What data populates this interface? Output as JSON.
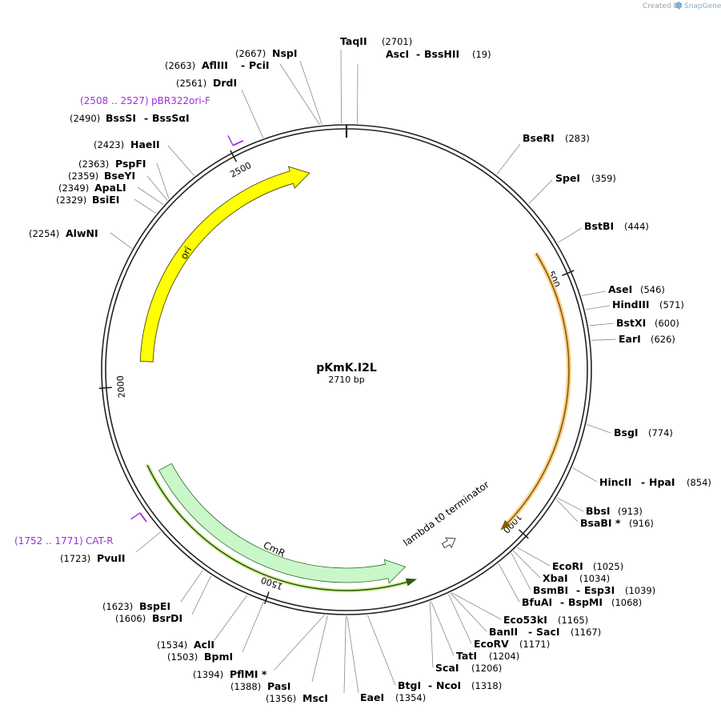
{
  "credit": {
    "prefix": "Created by",
    "brand": "SnapGene"
  },
  "plasmid": {
    "name": "pKmK.I2L",
    "length_label": "2710 bp",
    "length": 2710
  },
  "ticks": [
    {
      "bp": 500,
      "label": "500"
    },
    {
      "bp": 1000,
      "label": "1000"
    },
    {
      "bp": 1500,
      "label": "1500"
    },
    {
      "bp": 2000,
      "label": "2000"
    },
    {
      "bp": 2500,
      "label": "2500"
    }
  ],
  "features": [
    {
      "name": "ori",
      "start": 2050,
      "end": 2630,
      "direction": "cw",
      "fill": "#ffff00",
      "stroke": "#3a3a00"
    },
    {
      "name": "CmR",
      "start": 1230,
      "end": 1820,
      "direction": "ccw",
      "fill": "#c9f7c9",
      "stroke": "#2a6a2a"
    },
    {
      "name": "lambda t0 terminator",
      "start": 1118,
      "end": 1190,
      "direction": "cw",
      "fill": "#ffffff",
      "stroke": "#444444"
    }
  ],
  "sites": [
    {
      "name": "TaqII",
      "pos": "(2701)"
    },
    {
      "name": "AscI",
      "name2": "BssHII",
      "pos": "(19)"
    },
    {
      "name": "BseRI",
      "pos": "(283)"
    },
    {
      "name": "SpeI",
      "pos": "(359)"
    },
    {
      "name": "BstBI",
      "pos": "(444)"
    },
    {
      "name": "AseI",
      "pos": "(546)"
    },
    {
      "name": "HindIII",
      "pos": "(571)"
    },
    {
      "name": "BstXI",
      "pos": "(600)"
    },
    {
      "name": "EarI",
      "pos": "(626)"
    },
    {
      "name": "BsgI",
      "pos": "(774)"
    },
    {
      "name": "HincII",
      "name2": "HpaI",
      "pos": "(854)"
    },
    {
      "name": "BbsI",
      "pos": "(913)"
    },
    {
      "name": "BsaBI *",
      "pos": "(916)"
    },
    {
      "name": "EcoRI",
      "pos": "(1025)"
    },
    {
      "name": "XbaI",
      "pos": "(1034)"
    },
    {
      "name": "BsmBI",
      "name2": "Esp3I",
      "pos": "(1039)"
    },
    {
      "name": "BfuAI",
      "name2": "BspMI",
      "pos": "(1068)"
    },
    {
      "name": "Eco53kI",
      "pos": "(1165)"
    },
    {
      "name": "BanII",
      "name2": "SacI",
      "pos": "(1167)"
    },
    {
      "name": "EcoRV",
      "pos": "(1171)"
    },
    {
      "name": "TatI",
      "pos": "(1204)"
    },
    {
      "name": "ScaI",
      "pos": "(1206)"
    },
    {
      "name": "BtgI",
      "name2": "NcoI",
      "pos": "(1318)"
    },
    {
      "name": "EaeI",
      "pos": "(1354)"
    },
    {
      "name": "MscI",
      "pos": "(1356)"
    },
    {
      "name": "PasI",
      "pos": "(1388)"
    },
    {
      "name": "PflMI *",
      "pos": "(1394)"
    },
    {
      "name": "BpmI",
      "pos": "(1503)"
    },
    {
      "name": "AclI",
      "pos": "(1534)"
    },
    {
      "name": "BsrDI",
      "pos": "(1606)"
    },
    {
      "name": "BspEI",
      "pos": "(1623)"
    },
    {
      "name": "PvuII",
      "pos": "(1723)"
    },
    {
      "name": "AlwNI",
      "pos": "(2254)"
    },
    {
      "name": "BsiEI",
      "pos": "(2329)"
    },
    {
      "name": "ApaLI",
      "pos": "(2349)"
    },
    {
      "name": "BseYI",
      "pos": "(2359)"
    },
    {
      "name": "PspFI",
      "pos": "(2363)"
    },
    {
      "name": "HaeII",
      "pos": "(2423)"
    },
    {
      "name": "BssSI",
      "name2": "BssSαI",
      "pos": "(2490)"
    },
    {
      "name": "DrdI",
      "pos": "(2561)"
    },
    {
      "name": "AflIII",
      "name2": "PciI",
      "pos": "(2663)"
    },
    {
      "name": "NspI",
      "pos": "(2667)"
    }
  ],
  "primers": [
    {
      "name": "CAT-R",
      "range": "(1752 .. 1771)",
      "start": 1752,
      "end": 1771
    },
    {
      "name": "pBR322ori-F",
      "range": "(2508 .. 2527)",
      "start": 2508,
      "end": 2527
    }
  ],
  "colors": {
    "primer": "#9b30d9",
    "backbone": "#222222",
    "ori": "#ffff00",
    "cmr": "#c9f7c9",
    "terminator_highlight": "#f4c56d"
  }
}
